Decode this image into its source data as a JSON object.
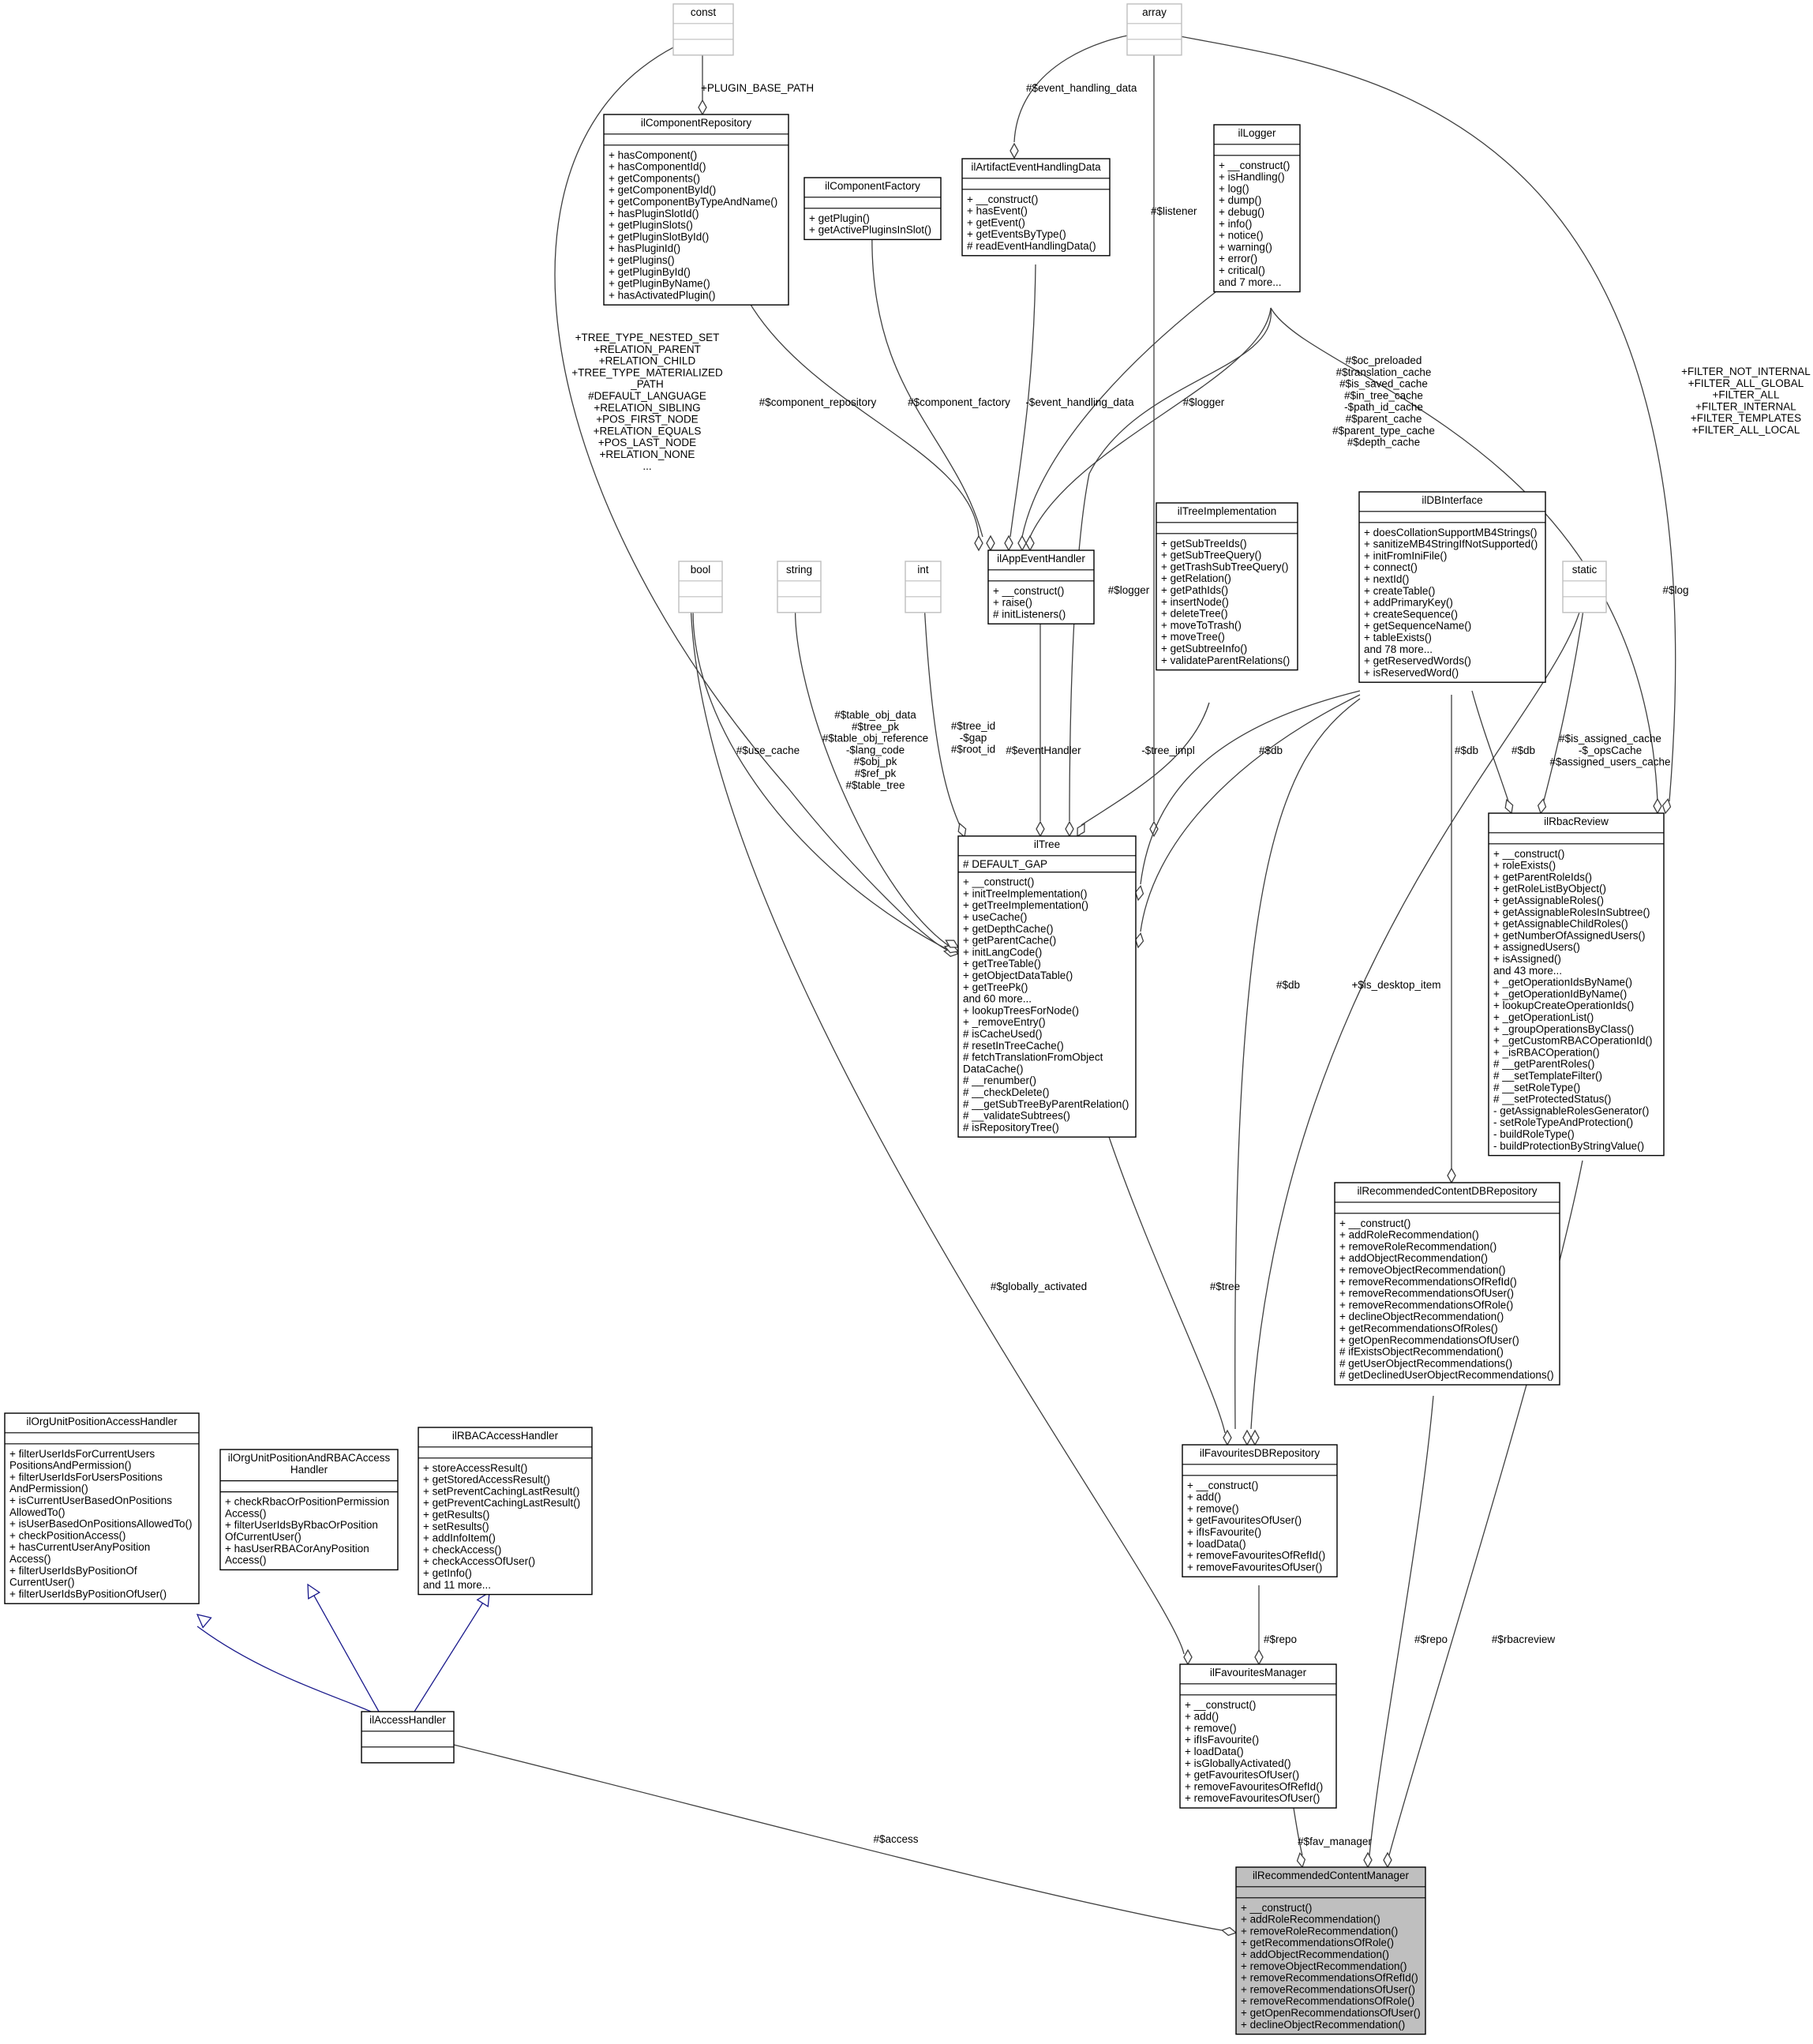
{
  "classes": [
    {
      "id": "const",
      "name": "const",
      "attrs": [],
      "methods": [],
      "ghost": true
    },
    {
      "id": "array",
      "name": "array",
      "attrs": [],
      "methods": [],
      "ghost": true
    },
    {
      "id": "bool",
      "name": "bool",
      "attrs": [],
      "methods": [],
      "ghost": true
    },
    {
      "id": "string",
      "name": "string",
      "attrs": [],
      "methods": [],
      "ghost": true
    },
    {
      "id": "int",
      "name": "int",
      "attrs": [],
      "methods": [],
      "ghost": true
    },
    {
      "id": "static",
      "name": "static",
      "attrs": [],
      "methods": [],
      "ghost": true
    },
    {
      "id": "ilComponentRepository",
      "name": "ilComponentRepository",
      "attrs": [],
      "methods": [
        "+ hasComponent()",
        "+ hasComponentId()",
        "+ getComponents()",
        "+ getComponentById()",
        "+ getComponentByTypeAndName()",
        "+ hasPluginSlotId()",
        "+ getPluginSlots()",
        "+ getPluginSlotById()",
        "+ hasPluginId()",
        "+ getPlugins()",
        "+ getPluginById()",
        "+ getPluginByName()",
        "+ hasActivatedPlugin()"
      ]
    },
    {
      "id": "ilComponentFactory",
      "name": "ilComponentFactory",
      "attrs": [],
      "methods": [
        "+ getPlugin()",
        "+ getActivePluginsInSlot()"
      ]
    },
    {
      "id": "ilArtifactEventHandlingData",
      "name": "ilArtifactEventHandlingData",
      "attrs": [],
      "methods": [
        "+ __construct()",
        "+ hasEvent()",
        "+ getEvent()",
        "+ getEventsByType()",
        "# readEventHandlingData()"
      ]
    },
    {
      "id": "ilLogger",
      "name": "ilLogger",
      "attrs": [],
      "methods": [
        "+ __construct()",
        "+ isHandling()",
        "+ log()",
        "+ dump()",
        "+ debug()",
        "+ info()",
        "+ notice()",
        "+ warning()",
        "+ error()",
        "+ critical()",
        "and 7 more..."
      ]
    },
    {
      "id": "ilAppEventHandler",
      "name": "ilAppEventHandler",
      "attrs": [],
      "methods": [
        "+ __construct()",
        "+ raise()",
        "# initListeners()"
      ]
    },
    {
      "id": "ilTreeImplementation",
      "name": "ilTreeImplementation",
      "attrs": [],
      "methods": [
        "+ getSubTreeIds()",
        "+ getSubTreeQuery()",
        "+ getTrashSubTreeQuery()",
        "+ getRelation()",
        "+ getPathIds()",
        "+ insertNode()",
        "+ deleteTree()",
        "+ moveToTrash()",
        "+ moveTree()",
        "+ getSubtreeInfo()",
        "+ validateParentRelations()"
      ]
    },
    {
      "id": "ilDBInterface",
      "name": "ilDBInterface",
      "attrs": [],
      "methods": [
        "+ doesCollationSupportMB4Strings()",
        "+ sanitizeMB4StringIfNotSupported()",
        "+ initFromIniFile()",
        "+ connect()",
        "+ nextId()",
        "+ createTable()",
        "+ addPrimaryKey()",
        "+ createSequence()",
        "+ getSequenceName()",
        "+ tableExists()",
        "and 78 more...",
        "+ getReservedWords()",
        "+ isReservedWord()"
      ]
    },
    {
      "id": "ilTree",
      "name": "ilTree",
      "attrs": [
        "# DEFAULT_GAP"
      ],
      "methods": [
        "+ __construct()",
        "+ initTreeImplementation()",
        "+ getTreeImplementation()",
        "+ useCache()",
        "+ getDepthCache()",
        "+ getParentCache()",
        "+ initLangCode()",
        "+ getTreeTable()",
        "+ getObjectDataTable()",
        "+ getTreePk()",
        "and 60 more...",
        "+ lookupTreesForNode()",
        "+ _removeEntry()",
        "# isCacheUsed()",
        "# resetInTreeCache()",
        "# fetchTranslationFromObject",
        "DataCache()",
        "# __renumber()",
        "# __checkDelete()",
        "# __getSubTreeByParentRelation()",
        "# __validateSubtrees()",
        "# isRepositoryTree()"
      ]
    },
    {
      "id": "ilRbacReview",
      "name": "ilRbacReview",
      "attrs": [],
      "methods": [
        "+ __construct()",
        "+ roleExists()",
        "+ getParentRoleIds()",
        "+ getRoleListByObject()",
        "+ getAssignableRoles()",
        "+ getAssignableRolesInSubtree()",
        "+ getAssignableChildRoles()",
        "+ getNumberOfAssignedUsers()",
        "+ assignedUsers()",
        "+ isAssigned()",
        "and 43 more...",
        "+ _getOperationIdsByName()",
        "+ _getOperationIdByName()",
        "+ lookupCreateOperationIds()",
        "+ _getOperationList()",
        "+ _groupOperationsByClass()",
        "+ _getCustomRBACOperationId()",
        "+ _isRBACOperation()",
        "# __getParentRoles()",
        "# __setTemplateFilter()",
        "# __setRoleType()",
        "# __setProtectedStatus()",
        "- getAssignableRolesGenerator()",
        "- setRoleTypeAndProtection()",
        "- buildRoleType()",
        "- buildProtectionByStringValue()"
      ]
    },
    {
      "id": "ilRecommendedContentDBRepository",
      "name": "ilRecommendedContentDBRepository",
      "attrs": [],
      "methods": [
        "+ __construct()",
        "+ addRoleRecommendation()",
        "+ removeRoleRecommendation()",
        "+ addObjectRecommendation()",
        "+ removeObjectRecommendation()",
        "+ removeRecommendationsOfRefId()",
        "+ removeRecommendationsOfUser()",
        "+ removeRecommendationsOfRole()",
        "+ declineObjectRecommendation()",
        "+ getRecommendationsOfRoles()",
        "+ getOpenRecommendationsOfUser()",
        "# ifExistsObjectRecommendation()",
        "# getUserObjectRecommendations()",
        "# getDeclinedUserObjectRecommendations()"
      ]
    },
    {
      "id": "ilFavouritesDBRepository",
      "name": "ilFavouritesDBRepository",
      "attrs": [],
      "methods": [
        "+ __construct()",
        "+ add()",
        "+ remove()",
        "+ getFavouritesOfUser()",
        "+ ifIsFavourite()",
        "+ loadData()",
        "+ removeFavouritesOfRefId()",
        "+ removeFavouritesOfUser()"
      ]
    },
    {
      "id": "ilFavouritesManager",
      "name": "ilFavouritesManager",
      "attrs": [],
      "methods": [
        "+ __construct()",
        "+ add()",
        "+ remove()",
        "+ ifIsFavourite()",
        "+ loadData()",
        "+ isGloballyActivated()",
        "+ getFavouritesOfUser()",
        "+ removeFavouritesOfRefId()",
        "+ removeFavouritesOfUser()"
      ]
    },
    {
      "id": "ilOrgUnitPositionAccessHandler",
      "name": "ilOrgUnitPositionAccessHandler",
      "attrs": [],
      "methods": [
        "+ filterUserIdsForCurrentUsers",
        "PositionsAndPermission()",
        "+ filterUserIdsForUsersPositions",
        "AndPermission()",
        "+ isCurrentUserBasedOnPositions",
        "AllowedTo()",
        "+ isUserBasedOnPositionsAllowedTo()",
        "+ checkPositionAccess()",
        "+ hasCurrentUserAnyPosition",
        "Access()",
        "+ filterUserIdsByPositionOf",
        "CurrentUser()",
        "+ filterUserIdsByPositionOfUser()"
      ]
    },
    {
      "id": "ilOrgUnitPositionAndRBACAccessHandler",
      "name": "ilOrgUnitPositionAndRBACAccess\nHandler",
      "attrs": [],
      "methods": [
        "+ checkRbacOrPositionPermission",
        "Access()",
        "+ filterUserIdsByRbacOrPosition",
        "OfCurrentUser()",
        "+ hasUserRBACorAnyPosition",
        "Access()"
      ]
    },
    {
      "id": "ilRBACAccessHandler",
      "name": "ilRBACAccessHandler",
      "attrs": [],
      "methods": [
        "+ storeAccessResult()",
        "+ getStoredAccessResult()",
        "+ setPreventCachingLastResult()",
        "+ getPreventCachingLastResult()",
        "+ getResults()",
        "+ setResults()",
        "+ addInfoItem()",
        "+ checkAccess()",
        "+ checkAccessOfUser()",
        "+ getInfo()",
        "and 11 more..."
      ]
    },
    {
      "id": "ilAccessHandler",
      "name": "ilAccessHandler",
      "attrs": [],
      "methods": []
    },
    {
      "id": "ilRecommendedContentManager",
      "name": "ilRecommendedContentManager",
      "attrs": [],
      "methods": [
        "+ __construct()",
        "+ addRoleRecommendation()",
        "+ removeRoleRecommendation()",
        "+ getRecommendationsOfRole()",
        "+ addObjectRecommendation()",
        "+ removeObjectRecommendation()",
        "+ removeRecommendationsOfRefId()",
        "+ removeRecommendationsOfUser()",
        "+ removeRecommendationsOfRole()",
        "+ getOpenRecommendationsOfUser()",
        "+ declineObjectRecommendation()"
      ],
      "focus": true
    }
  ],
  "edge_labels": {
    "plugin_base_path": [
      "+PLUGIN_BASE_PATH"
    ],
    "event_handling_data_top": [
      "#$event_handling_data"
    ],
    "listener": [
      "#$listener"
    ],
    "component_repository": [
      "#$component_repository"
    ],
    "component_factory": [
      "#$component_factory"
    ],
    "event_handling_data": [
      "-$event_handling_data"
    ],
    "logger_app": [
      "#$logger"
    ],
    "tree_consts": [
      "+TREE_TYPE_NESTED_SET",
      "+RELATION_PARENT",
      "+RELATION_CHILD",
      "+TREE_TYPE_MATERIALIZED",
      "_PATH",
      "#DEFAULT_LANGUAGE",
      "+RELATION_SIBLING",
      "+POS_FIRST_NODE",
      "+RELATION_EQUALS",
      "+POS_LAST_NODE",
      "+RELATION_NONE",
      "..."
    ],
    "tree_arrays": [
      "#$oc_preloaded",
      "#$translation_cache",
      "#$is_saved_cache",
      "#$in_tree_cache",
      "-$path_id_cache",
      "#$parent_cache",
      "#$parent_type_cache",
      "#$depth_cache"
    ],
    "filters": [
      "+FILTER_NOT_INTERNAL",
      "+FILTER_ALL_GLOBAL",
      "+FILTER_ALL",
      "+FILTER_INTERNAL",
      "+FILTER_TEMPLATES",
      "+FILTER_ALL_LOCAL"
    ],
    "logger_tree": [
      "#$logger"
    ],
    "log": [
      "#$log"
    ],
    "use_cache": [
      "#$use_cache"
    ],
    "tree_strings": [
      "#$table_obj_data",
      "#$tree_pk",
      "#$table_obj_reference",
      "-$lang_code",
      "#$obj_pk",
      "#$ref_pk",
      "#$table_tree"
    ],
    "tree_ints": [
      "#$tree_id",
      "-$gap",
      "#$root_id"
    ],
    "event_handler": [
      "#$eventHandler"
    ],
    "tree_impl": [
      "-$tree_impl"
    ],
    "db_tree": [
      "#$db"
    ],
    "db_rcdb": [
      "#$db"
    ],
    "db_rbac": [
      "#$db"
    ],
    "rbac_static": [
      "#$is_assigned_cache",
      "-$_opsCache",
      "#$assigned_users_cache"
    ],
    "db_fav": [
      "#$db"
    ],
    "desktop_item": [
      "+$is_desktop_item"
    ],
    "globally_activated": [
      "#$globally_activated"
    ],
    "tree": [
      "#$tree"
    ],
    "repo_fav": [
      "#$repo"
    ],
    "repo_rc": [
      "#$repo"
    ],
    "rbacreview": [
      "#$rbacreview"
    ],
    "fav_manager": [
      "#$fav_manager"
    ],
    "access": [
      "#$access"
    ]
  }
}
